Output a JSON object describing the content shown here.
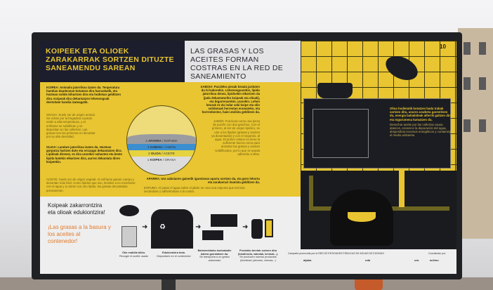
{
  "panel": {
    "number": "10",
    "title_eu": "KOIPEEK ETA OLIOEK ZARAKARRAK SORTZEN DITUZTE SANEAMENDU SAREAN",
    "title_es": "LAS GRASAS Y LOS ACEITES FORMAN COSTRAS EN LA RED DE SANEAMIENTO",
    "koipea_eu": "KOIPEA: Animalia jatorrikoa izaten da. Tenperatura handian daudenean botatzen dira harraskatik, eta hoztean solido bihurtzen dira eta hodietan gelditzen dira. Koipeak dira dekantatzen lehenengoak dentsitate handia izateagatik.",
    "grasa_es": "GRASA: Suele ser de origen animal. Se echan por la fregadera cuando están a alta temperatura, y al enfriarse se solidifican y se depositan en las cañerías. Las grasas son las primeras en decantar por su alta densidad.",
    "olioa_eu": "OLIOA: Landare jatorrikoa izaten da. Hoztean gorputza hartzen dute eta errazago dekantatzen dira. Lipidoak direnez, ez dira urarekin nahasten eta beste lipido batekin elkartzen dira, aurrez dekantatu diren koipeekin.",
    "aceite_es": "ACEITE: Suele ser de origen vegetal. Al enfriarse ganan cuerpo y decantan más fácil. Como lípidos que son, tienden a no mezclarse con el agua y a unirse con otro lípido, las grasas decantadas previamente.",
    "xaboia_eu": "XABOIA: Puzzleko piezak bezala jarduten du bi kakorekin. Lehenengoarekin, lipido jatorrikoa denez, lipidoekin elkartzen da (jada dekantaturiko koipeak eta olioak), eta bigarrenarekin, urarekin. Lehen loturak ez du indar aski koipe eta olio solidotuak herrestan eramateko, eta horrenbestez, haiei atxikita gelditzen da.",
    "jabon_es": "JABÓN: Funciona como una pieza de puzzle con dos ganchos. Con el primero, al ser de origen lipídico, se une a los lípidos (grasas y aceites ya decantados) y con el segundo, al agua. El primer enlace no tiene la suficiente fuerza como para arrastrar las grasas y aceites solidificados, por lo que se queda adherido a ellas.",
    "aparra_eu": "APARRA: Ura xaboiaren gainetik igarotzean aparra sortzen da, eta gero lehortu eta zarakarrari itsatsita gelditzen da.",
    "espuma_es": "ESPUMA: Al pasar el agua sobre el jabón se crea una espuma que termina secándose y adhiriéndose a la costra.",
    "layers": [
      {
        "n": "4",
        "eu": "APARRA",
        "es": "ESPUMA",
        "color": "#9a9ca2"
      },
      {
        "n": "3",
        "eu": "XABOIA",
        "es": "JABÓN",
        "color": "#3b8fd0"
      },
      {
        "n": "2",
        "eu": "OLIOA",
        "es": "ACEITE",
        "color": "#e6d340"
      },
      {
        "n": "1",
        "eu": "KOIPEA",
        "es": "GRASA",
        "color": "#dcdcdc"
      }
    ],
    "illus_eu": "Olioa hodietatik botatzen bada trabak sortzen ditu, uraren arazketa garestitzen du, energia baliabideak alferrik galtzen dira eta ingurumena kutsatzen du.",
    "illus_es": "Desechar aceite por las cañerías causa atascos, encarece la depuración del agua, desperdicia recursos energéticos y contamina el medio ambiente.",
    "slogan_eu": "Koipeak zakarrontzira eta olioak edukiontzira!",
    "slogan_es": "¡Las grasas a la basura y los aceites al contenedor!",
    "steps": [
      {
        "eu": "Olio erabilia bildu.",
        "es": "Recoger el aceite usado"
      },
      {
        "eu": "Edukiontzira bota.",
        "es": "Depositarlo en el contenedor"
      },
      {
        "eu": "Baimendutako kudeatzaile batera garraiatzen da.",
        "es": "Se transporta a un gestor autorizado"
      },
      {
        "eu": "Produktu berriak sortzen dira (biodiesela, xaboiak, kremak...).",
        "es": "Se producen nuevos productos (biodiesel, jabones, cremas...)"
      }
    ],
    "footer_campaign": "Campaña promovida por la RED DE ENTIDADES PÚBLICAS DE AGUAS DE EUSKADI",
    "footer_coord": "Coordinado por:",
    "logos": [
      "aljaba",
      "uda",
      "ura",
      "aclimo"
    ]
  },
  "colors": {
    "yellow": "#e8c531",
    "navy": "#1c1e2e",
    "orange": "#e07a2a"
  }
}
